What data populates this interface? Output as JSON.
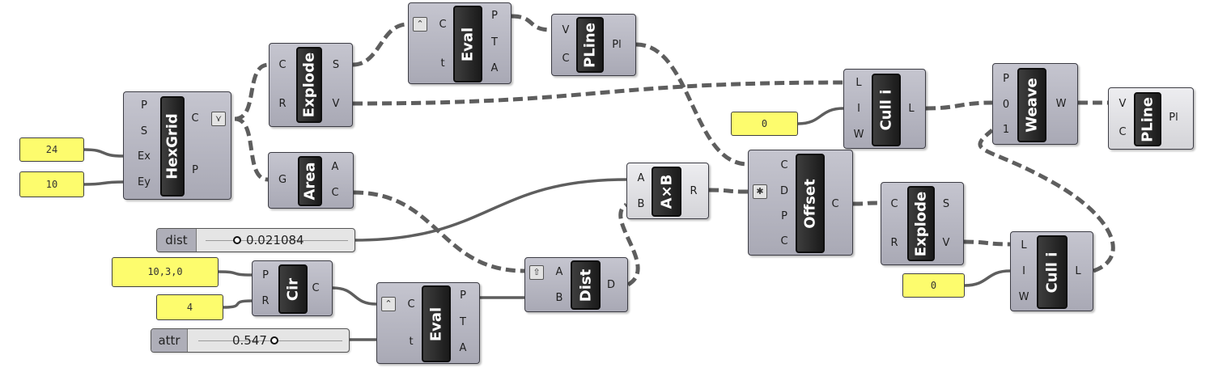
{
  "colors": {
    "wire": "#5e5e5e",
    "panel": "#fdfc6d",
    "component": "#b3b3bd"
  },
  "panels": {
    "hex_ex": "24",
    "hex_ey": "10",
    "cull_top_pattern": "0",
    "cir_center": "10,3,0",
    "cir_radius": "4",
    "cull_bottom_pattern": "0"
  },
  "sliders": {
    "dist": {
      "name": "dist",
      "value": "0.021084"
    },
    "attr": {
      "name": "attr",
      "value": "0.547"
    }
  },
  "components": {
    "hexgrid": {
      "name": "HexGrid",
      "inputs": [
        "P",
        "S",
        "Ex",
        "Ey"
      ],
      "outputs": [
        "C",
        "P"
      ],
      "icon": "graft-icon"
    },
    "explode1": {
      "name": "Explode",
      "inputs": [
        "C",
        "R"
      ],
      "outputs": [
        "S",
        "V"
      ]
    },
    "area": {
      "name": "Area",
      "inputs": [
        "G"
      ],
      "outputs": [
        "A",
        "C"
      ]
    },
    "eval1": {
      "name": "Eval",
      "inputs": [
        "C",
        "t"
      ],
      "outputs": [
        "P",
        "T",
        "A"
      ],
      "icon": "reparam-icon"
    },
    "pline1": {
      "name": "PLine",
      "inputs": [
        "V",
        "C"
      ],
      "outputs": [
        "Pl"
      ]
    },
    "cull1": {
      "name": "Cull i",
      "inputs": [
        "L",
        "I",
        "W"
      ],
      "outputs": [
        "L"
      ]
    },
    "weave": {
      "name": "Weave",
      "inputs": [
        "P",
        "0",
        "1"
      ],
      "outputs": [
        "W"
      ]
    },
    "pline2": {
      "name": "PLine",
      "inputs": [
        "V",
        "C"
      ],
      "outputs": [
        "Pl"
      ]
    },
    "axb": {
      "name": "A×B",
      "inputs": [
        "A",
        "B"
      ],
      "outputs": [
        "R"
      ]
    },
    "offset": {
      "name": "Offset",
      "inputs": [
        "C",
        "D",
        "P",
        "C"
      ],
      "outputs": [
        "C"
      ],
      "icon": "flatten-icon"
    },
    "explode2": {
      "name": "Explode",
      "inputs": [
        "C",
        "R"
      ],
      "outputs": [
        "S",
        "V"
      ]
    },
    "cull2": {
      "name": "Cull i",
      "inputs": [
        "L",
        "I",
        "W"
      ],
      "outputs": [
        "L"
      ]
    },
    "cir": {
      "name": "Cir",
      "inputs": [
        "P",
        "R"
      ],
      "outputs": [
        "C"
      ]
    },
    "dist": {
      "name": "Dist",
      "inputs": [
        "A",
        "B"
      ],
      "outputs": [
        "D"
      ],
      "icon": "graft-up-icon"
    },
    "eval2": {
      "name": "Eval",
      "inputs": [
        "C",
        "t"
      ],
      "outputs": [
        "P",
        "T",
        "A"
      ],
      "icon": "reparam-icon"
    }
  }
}
